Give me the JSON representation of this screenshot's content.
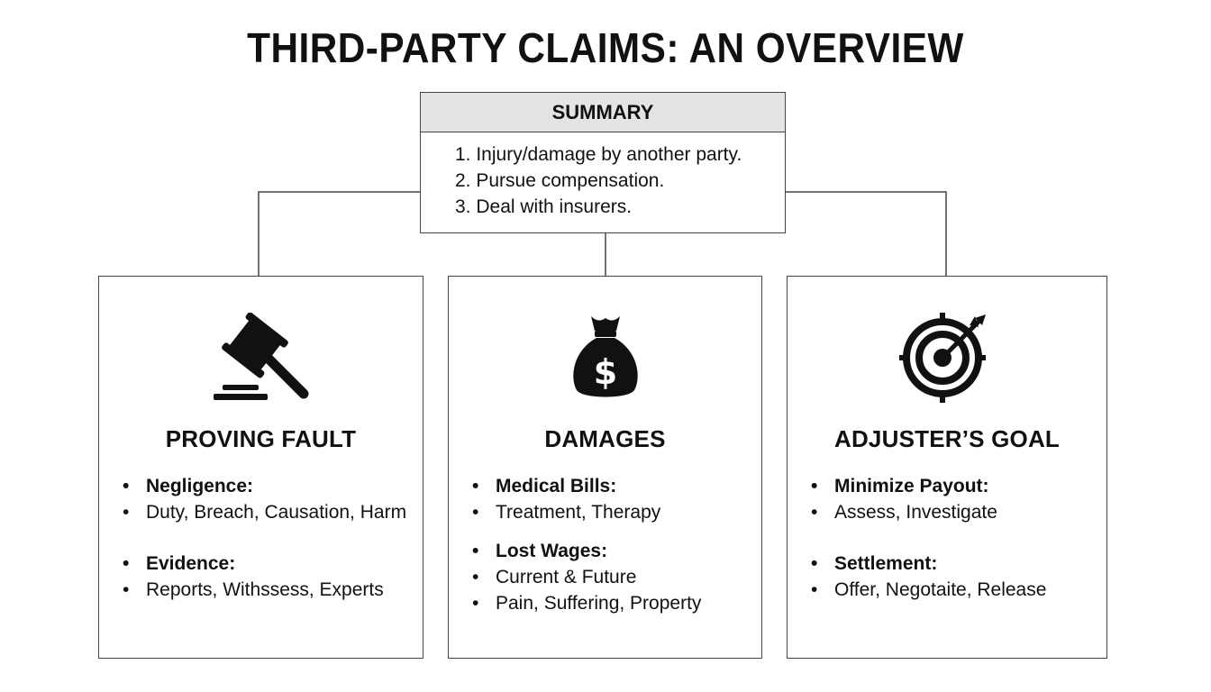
{
  "title": "THIRD-PARTY CLAIMS: AN OVERVIEW",
  "summary": {
    "heading": "SUMMARY",
    "items": [
      "1. Injury/damage by another party.",
      "2. Pursue compensation.",
      "3. Deal with insurers."
    ]
  },
  "cards": [
    {
      "icon": "gavel-icon",
      "heading": "PROVING FAULT",
      "lines": [
        "Negligence:",
        "Duty, Breach, Causation, Harm",
        "Evidence:",
        "Reports, Withssess, Experts"
      ]
    },
    {
      "icon": "money-bag-icon",
      "heading": "DAMAGES",
      "lines": [
        "Medical Bills:",
        "Treatment, Therapy",
        "Lost Wages:",
        "Current & Future",
        "Pain, Suffering, Property"
      ],
      "icon_symbol": "$"
    },
    {
      "icon": "target-icon",
      "heading": "ADJUSTER’S GOAL",
      "lines": [
        "Minimize Payout:",
        "Assess, Investigate",
        "Settlement:",
        "Offer, Negotaite, Release"
      ]
    }
  ],
  "colors": {
    "border": "#444444",
    "summary_header_bg": "#e4e4e4",
    "text": "#111111"
  }
}
